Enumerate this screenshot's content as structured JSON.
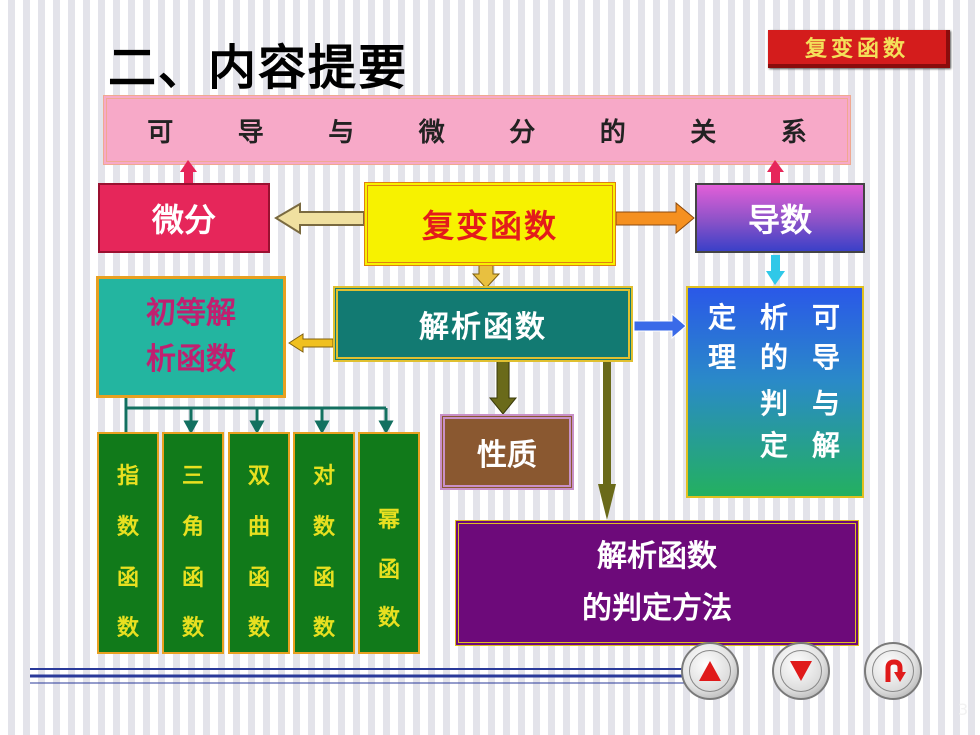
{
  "slide_title": "二、内容提要",
  "top_button": "复变函数",
  "relation_bar": [
    "可",
    "导",
    "与",
    "微",
    "分",
    "的",
    "关",
    "系"
  ],
  "nodes": {
    "weifen": "微分",
    "fubian": "复变函数",
    "daoshu": "导数",
    "chudeng": [
      "初等解",
      "析函数"
    ],
    "jiexi": "解析函数",
    "dingli_cols": [
      [
        "定",
        "理"
      ],
      [
        "析",
        "的",
        "判",
        "定"
      ],
      [
        "可",
        "导",
        "与",
        "解"
      ]
    ],
    "xingzhi": "性质",
    "panding": [
      "解析函数",
      "的判定方法"
    ]
  },
  "functions": [
    [
      "指",
      "数",
      "函",
      "数"
    ],
    [
      "三",
      "角",
      "函",
      "数"
    ],
    [
      "双",
      "曲",
      "函",
      "数"
    ],
    [
      "对",
      "数",
      "函",
      "数"
    ],
    [
      "幂",
      "函",
      "数"
    ]
  ],
  "nav": {
    "prev": "▲",
    "next": "▼",
    "return": "⮌"
  },
  "page_number": "3",
  "colors": {
    "bar": "#f7a9c8",
    "weifen": "#e6265a",
    "fubian": "#f7f200",
    "jiexi": "#127a72",
    "panding": "#6d0a7a",
    "fn": "#117a1a"
  }
}
